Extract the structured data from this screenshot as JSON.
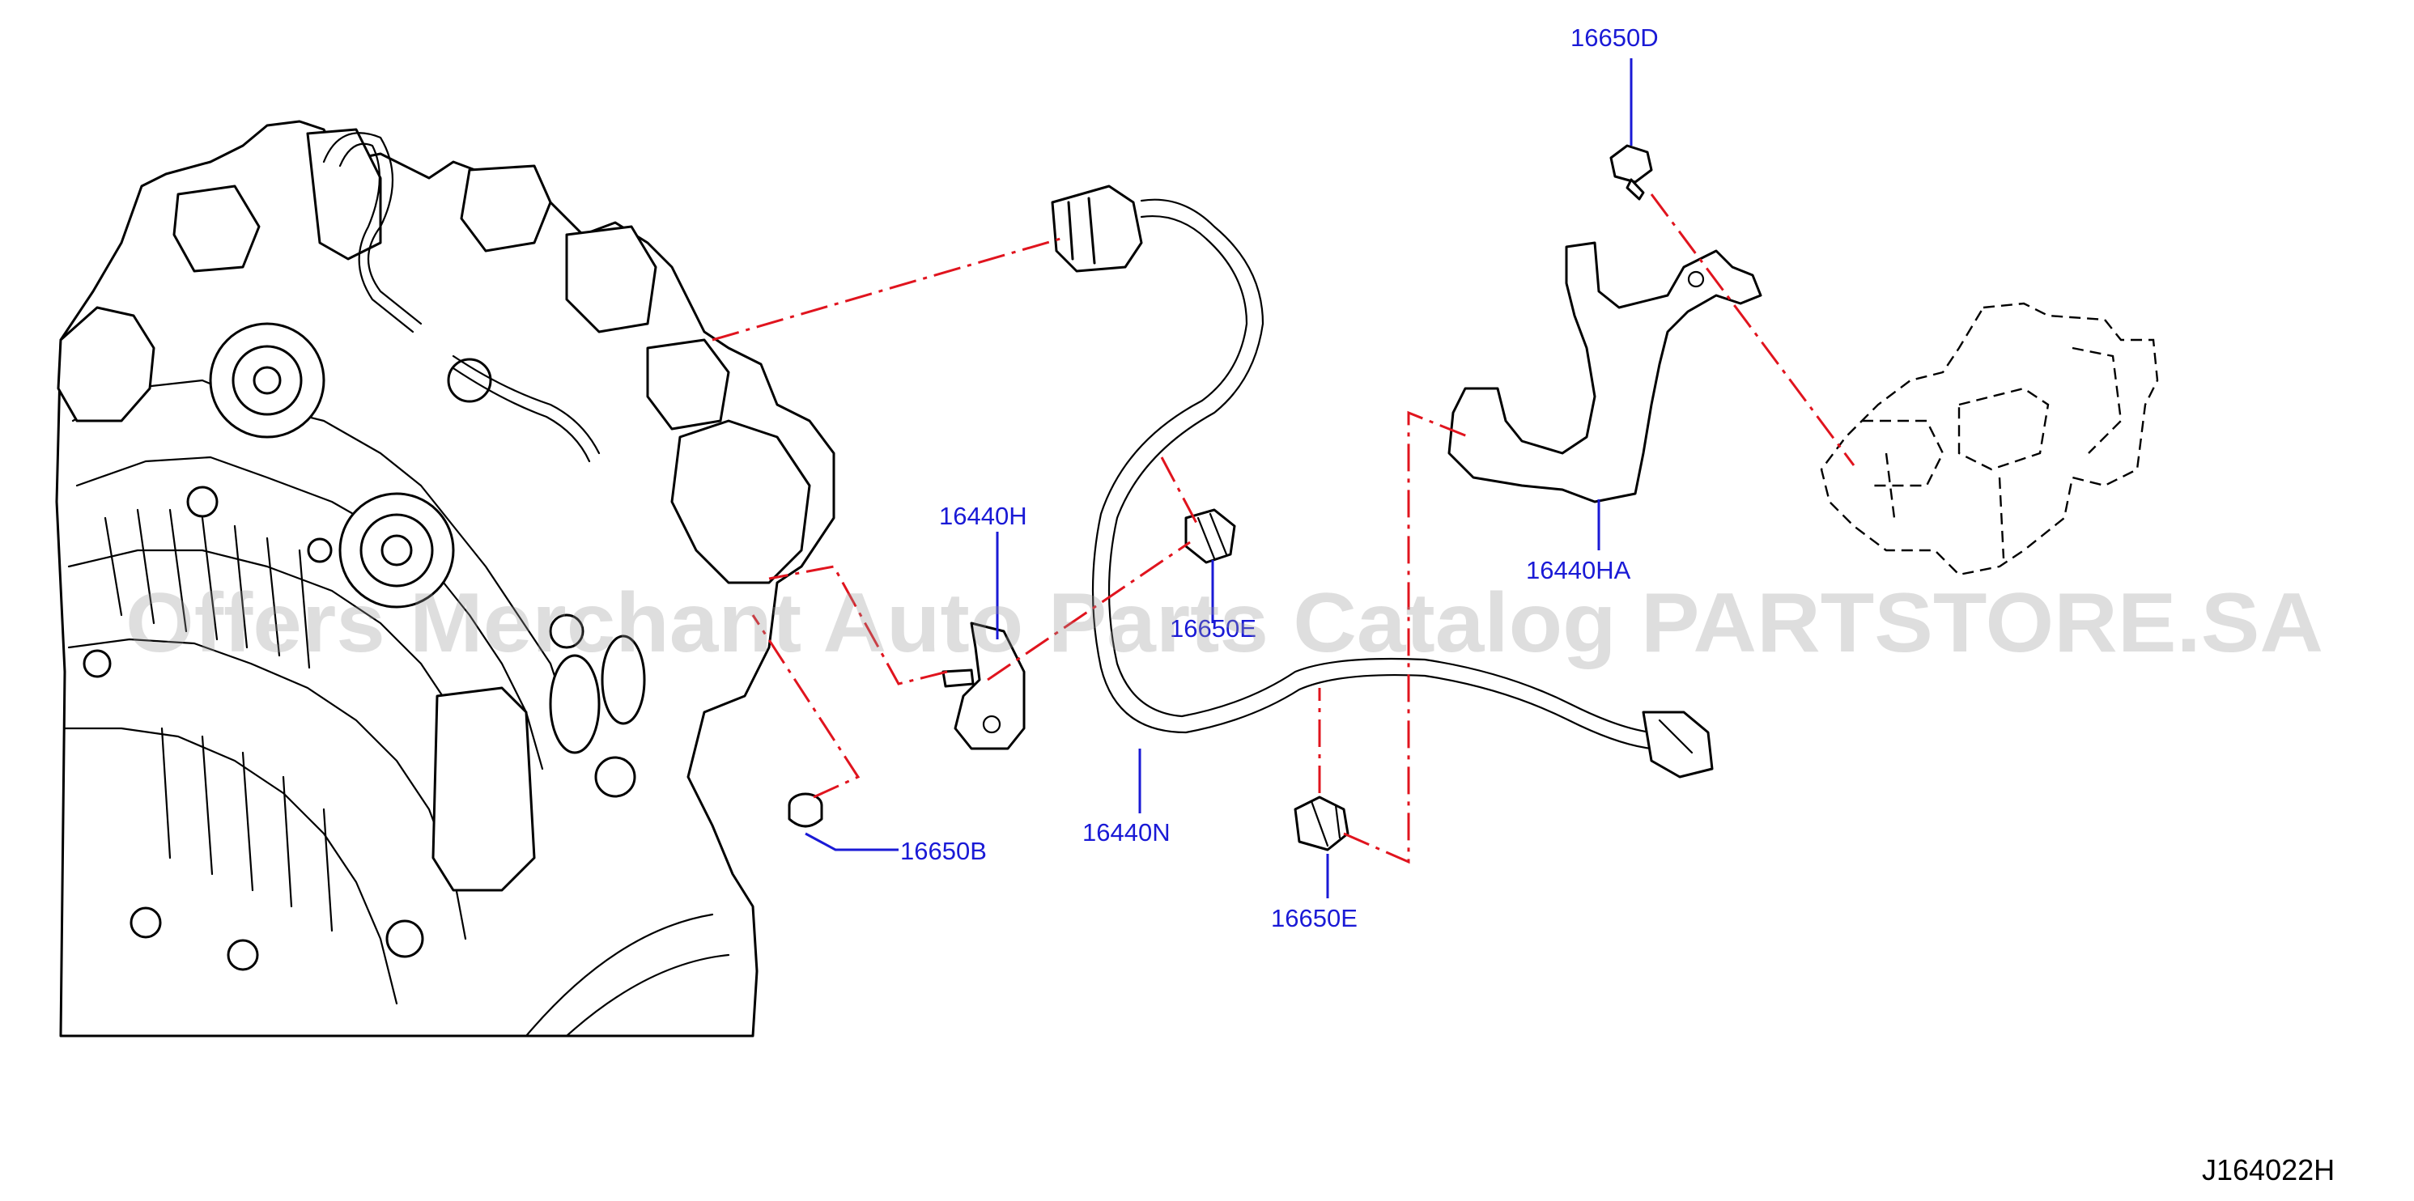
{
  "diagram": {
    "watermark": "Offers Merchant Auto Parts Catalog PARTSTORE.SA",
    "diagram_id": "J164022H",
    "colors": {
      "label": "#1a1ad6",
      "callout_line": "#e0141e",
      "line_art": "#000000"
    },
    "part_labels": {
      "p16650D": "16650D",
      "p16440H": "16440H",
      "p16650E_upper": "16650E",
      "p16440HA": "16440HA",
      "p16650B": "16650B",
      "p16440N": "16440N",
      "p16650E_lower": "16650E"
    }
  }
}
